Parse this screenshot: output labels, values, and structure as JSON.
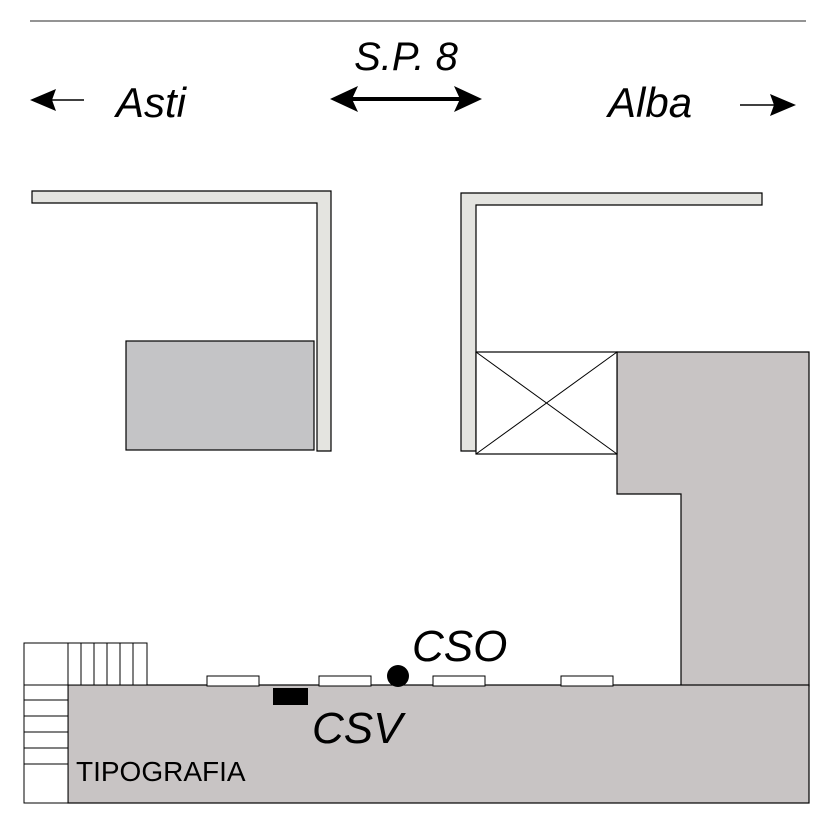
{
  "road": {
    "name": "S.P. 8",
    "left_destination": "Asti",
    "right_destination": "Alba"
  },
  "buildings": {
    "main_label": "TIPOGRAFIA"
  },
  "markers": {
    "cso_label": "CSO",
    "csv_label": "CSV"
  },
  "colors": {
    "building_fill": "#c8c4c4",
    "parked_block_fill": "#c4c4c6",
    "wall_fill": "#e4e4e0",
    "stroke": "#000000"
  }
}
